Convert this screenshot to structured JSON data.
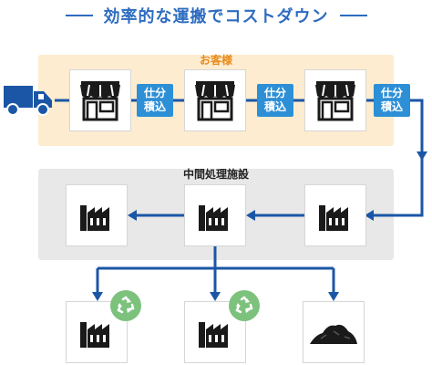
{
  "title": "効率的な運搬でコストダウン",
  "zones": {
    "customer_label": "お客様",
    "middle_label": "中間処理施設"
  },
  "tags": [
    {
      "line1": "仕分",
      "line2": "積込"
    },
    {
      "line1": "仕分",
      "line2": "積込"
    },
    {
      "line1": "仕分",
      "line2": "積込"
    }
  ],
  "icons": {
    "truck": "truck-icon",
    "store": "store-icon",
    "factory": "factory-icon",
    "recycle": "recycle-icon",
    "landfill": "landfill-pile-icon"
  },
  "colors": {
    "accent_blue": "#2d6cc0",
    "line_blue": "#1b56a6",
    "tag_blue": "#2d8fd6",
    "customer_zone": "#fdeccf",
    "customer_label": "#e98a1b",
    "middle_zone": "#e8e8e8",
    "recycle_green": "#7cc27d"
  }
}
